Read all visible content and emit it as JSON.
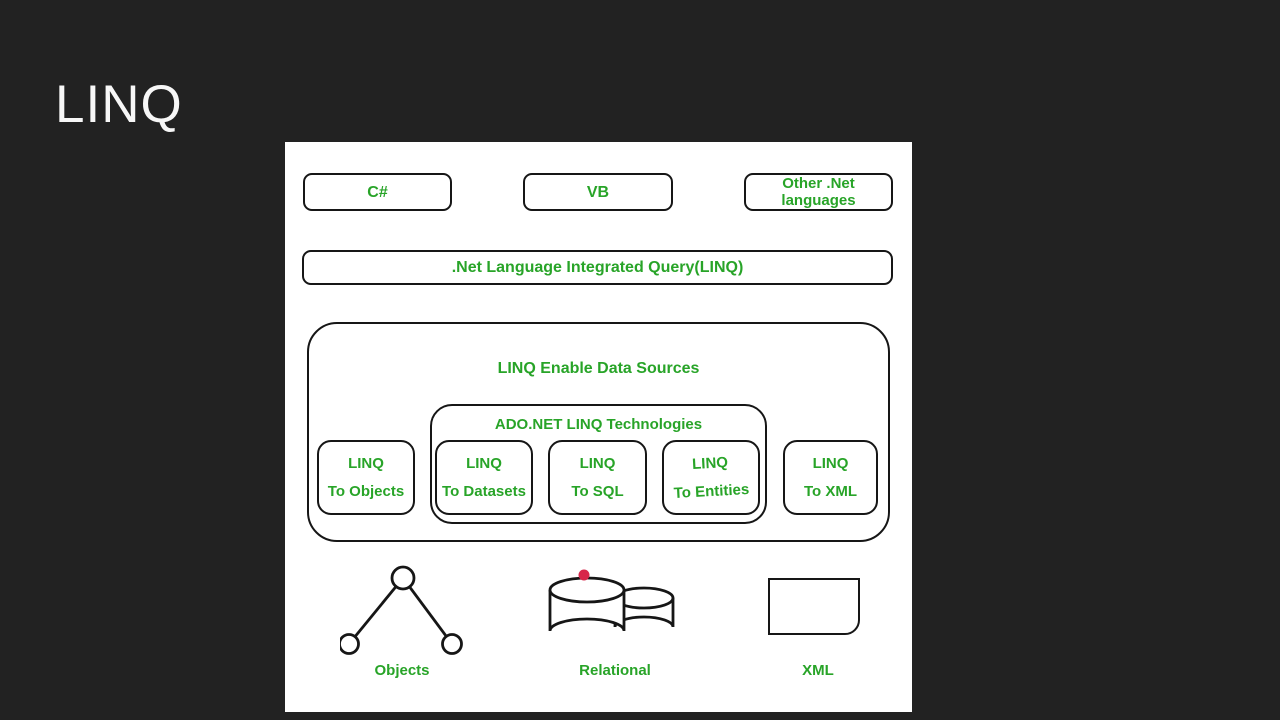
{
  "slide": {
    "title": "LINQ"
  },
  "colors": {
    "background": "#222222",
    "panel": "#ffffff",
    "text_green": "#28a428",
    "outline": "#161616",
    "dot_red": "#d7264a"
  },
  "diagram": {
    "languages": [
      {
        "label": "C#"
      },
      {
        "label": "VB"
      },
      {
        "label": "Other .Net languages"
      }
    ],
    "linq_bar": {
      "label": ".Net Language Integrated Query(LINQ)"
    },
    "data_sources": {
      "title": "LINQ Enable Data Sources",
      "ado_net": {
        "title": "ADO.NET LINQ Technologies"
      },
      "providers": [
        {
          "line1": "LINQ",
          "line2": "To Objects"
        },
        {
          "line1": "LINQ",
          "line2": "To Datasets"
        },
        {
          "line1": "LINQ",
          "line2": "To SQL"
        },
        {
          "line1": "LINQ",
          "line2": "To Entities"
        },
        {
          "line1": "LINQ",
          "line2": "To XML"
        }
      ]
    },
    "sources": [
      {
        "label": "Objects",
        "icon": "tree-icon"
      },
      {
        "label": "Relational",
        "icon": "database-icon"
      },
      {
        "label": "XML",
        "icon": "document-icon"
      }
    ]
  }
}
